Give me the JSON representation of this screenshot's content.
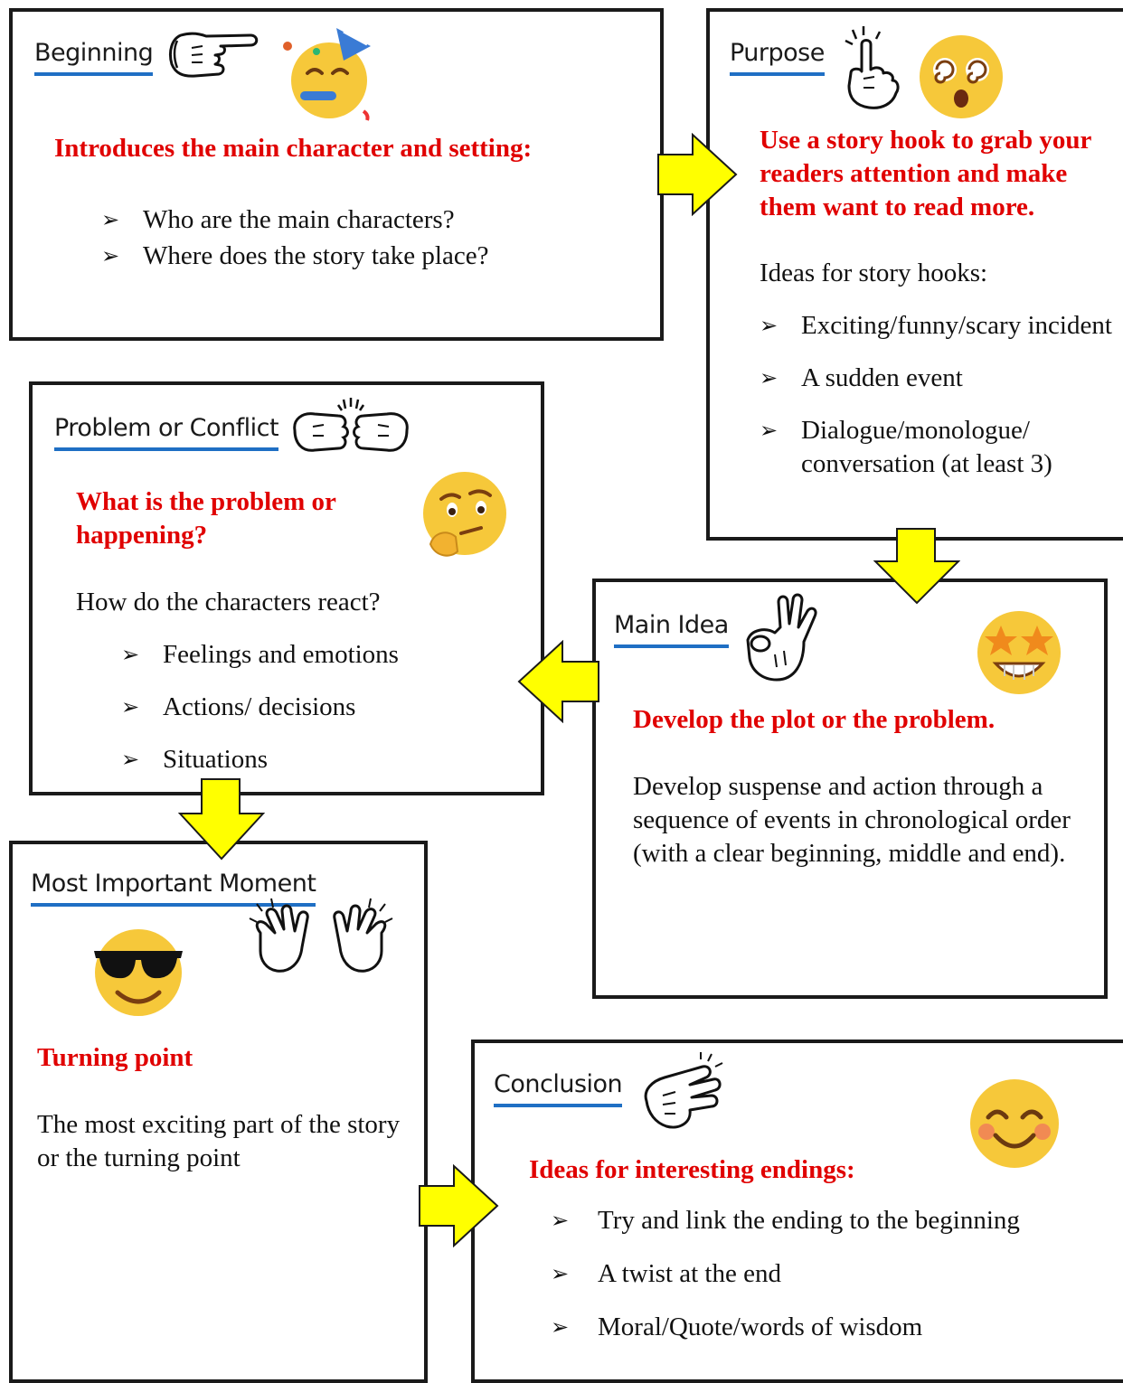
{
  "boxes": {
    "beginning": {
      "heading": "Beginning",
      "lead": "Introduces the main character and setting:",
      "bullets": [
        "Who are the main characters?",
        "Where does the story take place?"
      ]
    },
    "purpose": {
      "heading": "Purpose",
      "lead": "Use a story hook to grab your readers attention and make them want to read more.",
      "intro": "Ideas for story hooks:",
      "bullets": [
        "Exciting/funny/scary incident",
        "A sudden event",
        "Dialogue/monologue/ conversation (at least 3)"
      ]
    },
    "problem": {
      "heading": "Problem or Conflict",
      "lead": "What is the problem or happening?",
      "intro": "How do the characters react?",
      "bullets": [
        "Feelings and emotions",
        "Actions/ decisions",
        "Situations"
      ]
    },
    "main_idea": {
      "heading": "Main Idea",
      "lead": "Develop the plot or the problem.",
      "body": "Develop suspense and action through a sequence of events in chronological order (with a clear beginning, middle and end)."
    },
    "moment": {
      "heading": "Most Important Moment",
      "lead": "Turning point",
      "body": "The most exciting part of the story or the turning point"
    },
    "conclusion": {
      "heading": "Conclusion",
      "lead": "Ideas for interesting endings:",
      "bullets": [
        "Try and link the ending to the beginning",
        "A twist at the end",
        "Moral/Quote/words of wisdom"
      ]
    }
  },
  "bullet_glyph": "➢",
  "icons": {
    "beginning_hand": "pointing-hand-icon",
    "beginning_emoji": "party-face-emoji",
    "purpose_hand": "index-finger-up-icon",
    "purpose_emoji": "dizzy-face-emoji",
    "problem_hand": "fist-bump-icon",
    "problem_emoji": "thinking-face-emoji",
    "main_idea_hand": "ok-hand-icon",
    "main_idea_emoji": "star-eyes-emoji",
    "moment_hand": "waving-hands-icon",
    "moment_emoji": "sunglasses-face-emoji",
    "conclusion_hand": "clapping-hands-icon",
    "conclusion_emoji": "smiling-face-emoji"
  },
  "colors": {
    "lead_text": "#e00000",
    "heading_underline": "#1f6fc4",
    "arrow_fill": "#ffff00",
    "border": "#1a1a1a"
  }
}
